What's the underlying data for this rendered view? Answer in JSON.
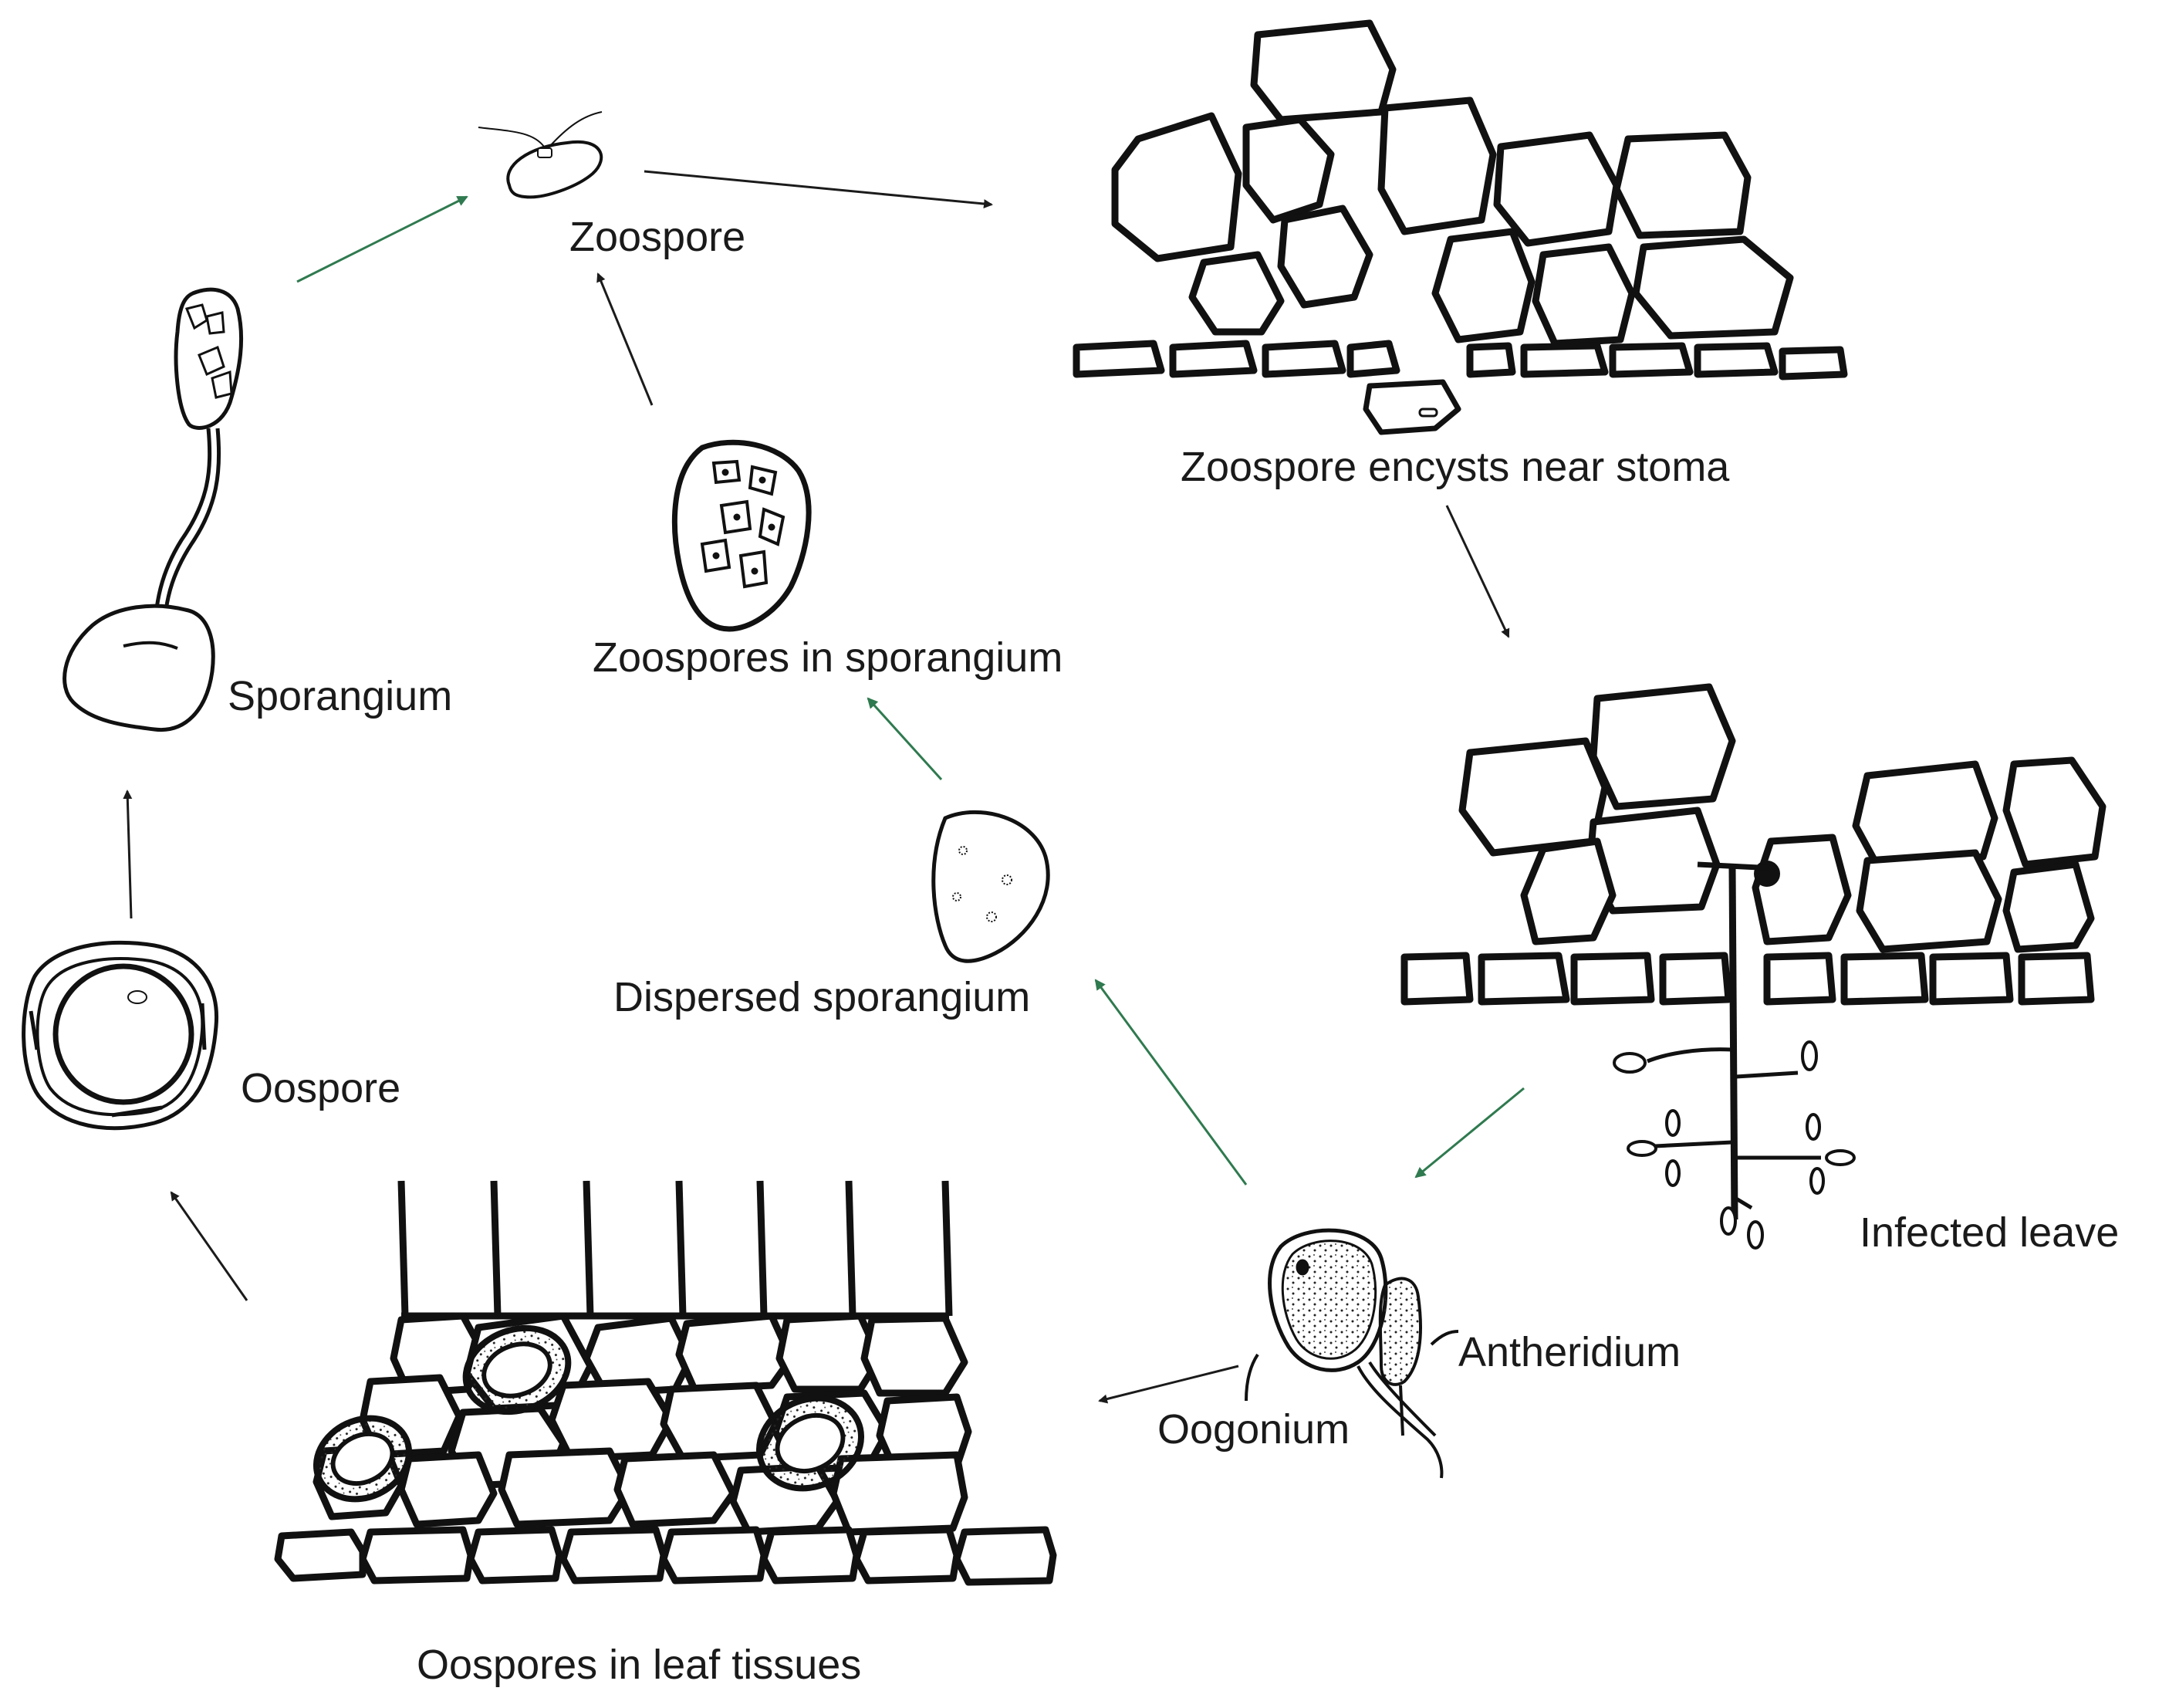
{
  "labels": {
    "zoospore": "Zoospore",
    "zoospore_encysts": "Zoospore encysts near stoma",
    "sporangium": "Sporangium",
    "zoospores_in_sporangium": "Zoospores in sporangium",
    "dispersed_sporangium": "Dispersed sporangium",
    "oospore": "Oospore",
    "infected_leave": "Infected leave",
    "antheridium": "Antheridium",
    "oogonium": "Oogonium",
    "oospores_in_leaf_tissues": "Oospores in leaf tissues"
  },
  "colors": {
    "ink": "#111111",
    "arrow_dark": "#1b1b1b",
    "arrow_green": "#2f7a4f"
  }
}
